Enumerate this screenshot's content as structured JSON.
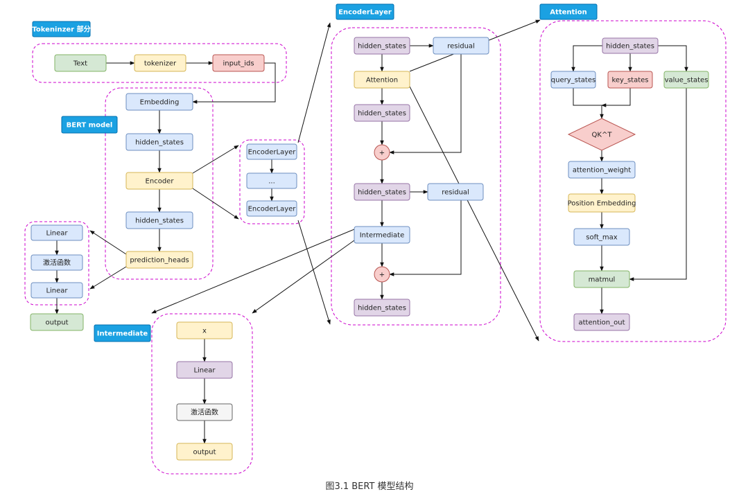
{
  "palette": {
    "blue": [
      "#dae8fc",
      "#6c8ebf"
    ],
    "yellow": [
      "#fff2cc",
      "#d6b656"
    ],
    "red": [
      "#f8cecc",
      "#b85450"
    ],
    "green": [
      "#d5e8d4",
      "#82b366"
    ],
    "purple": [
      "#e1d5e7",
      "#9673a6"
    ],
    "gray": [
      "#f5f5f5",
      "#666666"
    ],
    "tag": [
      "#1ba1e2",
      "#006eaf"
    ],
    "group_border": "#cc00cc",
    "edge": "#111111"
  },
  "tags": {
    "tokenizer": "Tokeninzer 部分",
    "bert_model": "BERT model",
    "encoder_layer": "EncoderLayer",
    "attention": "Attention",
    "intermediate": "Intermediate"
  },
  "nodes": {
    "tok_text": "Text",
    "tok_tokenizer": "tokenizer",
    "tok_input_ids": "input_ids",
    "bert_embedding": "Embedding",
    "bert_hidden1": "hidden_states",
    "bert_encoder": "Encoder",
    "bert_hidden2": "hidden_states",
    "bert_pred_heads": "prediction_heads",
    "enc_layer1": "EncoderLayer",
    "enc_dots": "...",
    "enc_layer2": "EncoderLayer",
    "head_linear1": "Linear",
    "head_act": "激活函数",
    "head_linear2": "Linear",
    "head_output": "output",
    "el_hidden_in": "hidden_states",
    "el_residual1": "residual",
    "el_attention": "Attention",
    "el_hidden_a": "hidden_states",
    "el_plus1": "+",
    "el_hidden_b": "hidden_states",
    "el_residual2": "residual",
    "el_intermediate": "Intermediate",
    "el_plus2": "+",
    "el_hidden_out": "hidden_states",
    "at_hidden": "hidden_states",
    "at_query": "query_states",
    "at_key": "key_states",
    "at_value": "value_states",
    "at_qkt": "QK^T",
    "at_weight": "attention_weight",
    "at_posemb": "Position Embedding",
    "at_softmax": "soft_max",
    "at_matmul": "matmul",
    "at_out": "attention_out",
    "im_x": "x",
    "im_linear": "Linear",
    "im_act": "激活函数",
    "im_output": "output"
  },
  "caption": "图3.1 BERT 模型结构"
}
